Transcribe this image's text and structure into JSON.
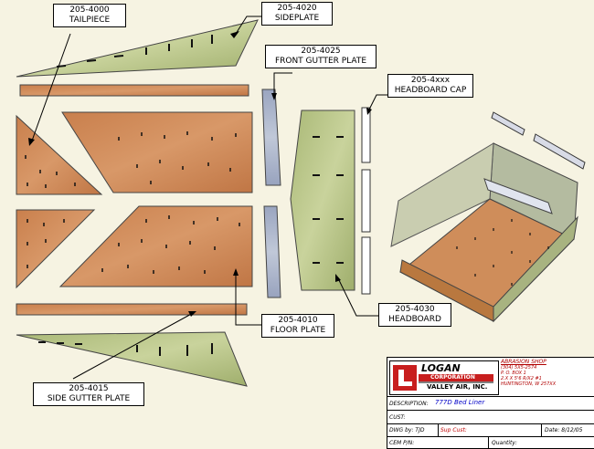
{
  "labels": {
    "tailpiece": {
      "part": "205-4000",
      "name": "TAILPIECE"
    },
    "sideplate": {
      "part": "205-4020",
      "name": "SIDEPLATE"
    },
    "front_gutter": {
      "part": "205-4025",
      "name": "FRONT GUTTER PLATE"
    },
    "headboard_cap": {
      "part": "205-4xxx",
      "name": "HEADBOARD CAP"
    },
    "floor_plate": {
      "part": "205-4010",
      "name": "FLOOR PLATE"
    },
    "headboard": {
      "part": "205-4030",
      "name": "HEADBOARD"
    },
    "side_gutter": {
      "part": "205-4015",
      "name": "SIDE GUTTER PLATE"
    }
  },
  "title_block": {
    "logo_line1": "LOGAN",
    "logo_line2": "CORPORATION",
    "logo_line3": "VALLEY AIR, INC.",
    "address_head": "ABRASION SHOP",
    "address_lines": [
      "(304) 5X5-2574",
      "P. O. BOX 1",
      "2.X X 5'6 R/X2 #1",
      "HUNTINGTON, W 257XX"
    ],
    "description_label": "DESCRIPTION:",
    "description_value": "777D Bed Liner",
    "cust_label": "CUST:",
    "dwg_label": "DWG by: TJD",
    "sup_label": "Sup Cust:",
    "date_label": "Date: 8/12/05",
    "cem_label": "CEM P/N:",
    "quantity_label": "Quantity:"
  },
  "colors": {
    "background": "#f6f3e2",
    "orange_plate": "#d28a55",
    "green_plate": "#b7c484",
    "blue_plate": "#aab4cc",
    "logo_red": "#c81e1e"
  }
}
